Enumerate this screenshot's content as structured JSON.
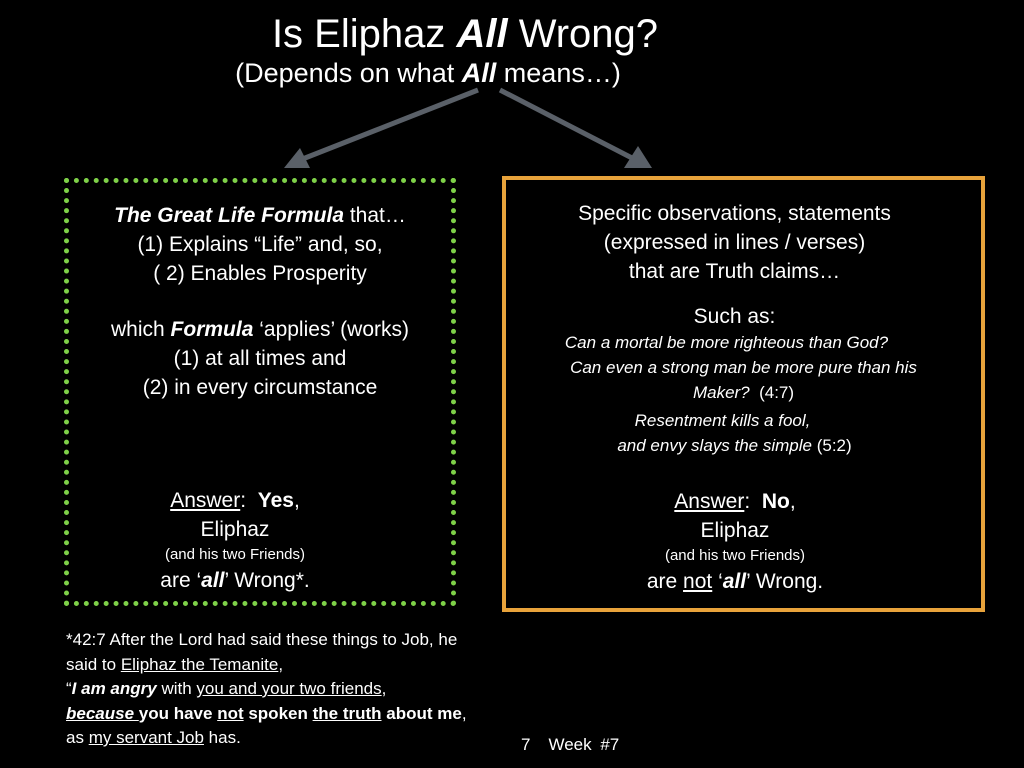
{
  "title": {
    "pre": "Is Eliphaz ",
    "em": "All",
    "post": " Wrong?"
  },
  "subtitle": {
    "pre": "(Depends on what ",
    "em": "All",
    "post": " means…)"
  },
  "left": {
    "l1_em": "The Great Life Formula",
    "l1_rest": " that…",
    "l2": "(1) Explains “Life” and, so,",
    "l3": "( 2) Enables Prosperity",
    "l4_pre": "which ",
    "l4_em": "Formula",
    "l4_post": " ‘applies’ (works)",
    "l5": "(1) at all times and",
    "l6": "(2) in every circumstance",
    "answer_label": "Answer",
    "answer_colon": ":  ",
    "answer_value": "Yes",
    "answer_comma": ",",
    "name": "Eliphaz",
    "friends": "(and his two Friends)",
    "verdict_pre": "are ‘",
    "verdict_em": "all",
    "verdict_post": "’ Wrong*."
  },
  "right": {
    "l1": "Specific observations, statements",
    "l2": "(expressed in lines / verses)",
    "l3": "that are Truth claims…",
    "such": "Such as:",
    "q1": "Can a mortal be more righteous than God?",
    "q2": "Can even a strong man be more pure than his",
    "q3_em": "Maker?",
    "q3_ref": "  (4:7)",
    "q4": "Resentment kills a fool,",
    "q5_em": "and envy slays the simple",
    "q5_ref": " (5:2)",
    "answer_label": "Answer",
    "answer_colon": ":  ",
    "answer_value": "No",
    "answer_comma": ",",
    "name": "Eliphaz",
    "friends": "(and his two Friends)",
    "verdict_pre": "are ",
    "verdict_not": "not",
    "verdict_mid": " ‘",
    "verdict_em": "all",
    "verdict_post": "’ Wrong."
  },
  "footnote": {
    "a": "*42:7 After the Lord had said these things to Job, he said to ",
    "a_u": "Eliphaz the Temanite",
    "a_end": ",",
    "b_q": "“",
    "b_bi": "I am angry",
    "b_mid": " with ",
    "b_u": "you and your two friends",
    "b_end": ",",
    "c_bui": "because ",
    "c_b1": "you have ",
    "c_bu_not": "not",
    "c_b2": " spoken ",
    "c_bu_truth": "the truth",
    "c_b3": " about me",
    "c_mid": ", as ",
    "c_u": "my servant Job",
    "c_end": " has."
  },
  "footer": {
    "page": "7",
    "week": "Week #7"
  }
}
